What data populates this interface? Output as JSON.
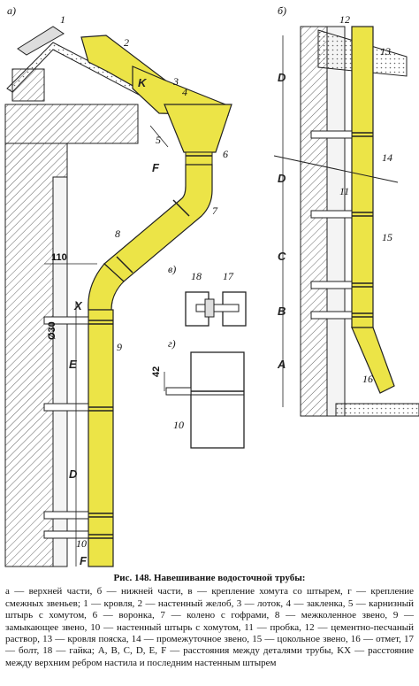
{
  "figure": {
    "panel_labels": {
      "a": "а)",
      "b": "б)",
      "v": "в)",
      "g": "г)"
    },
    "part_numbers": [
      "1",
      "2",
      "3",
      "4",
      "5",
      "6",
      "7",
      "8",
      "9",
      "10",
      "11",
      "12",
      "13",
      "14",
      "15",
      "16",
      "17",
      "18"
    ],
    "letter_markers": {
      "K": "K",
      "X": "X",
      "F": "F",
      "E": "E",
      "D": "D",
      "C": "C",
      "B": "B",
      "A": "A"
    },
    "dimensions": {
      "d110": "110",
      "phi30": "Ø30",
      "d42": "42"
    }
  },
  "caption": {
    "title": "Рис. 148. Навешивание водосточной трубы:",
    "text": "а — верхней части, б — нижней части, в — крепление хомута со штырем, г — крепление смежных звеньев; 1 — кровля, 2 — настенный желоб, 3 — лоток, 4 — закленка, 5 — карнизный штырь с хомутом, 6 — воронка, 7 — колено с гофрами, 8 — межколенное звено, 9 — замыкающее звено, 10 — настенный штырь с хомутом, 11 — пробка, 12 — цементно-песчаный раствор, 13 — кровля пояска, 14 — промежуточное звено, 15 — цокольное звено, 16 — отмет, 17 — болт, 18 — гайка; A, B, C, D, E, F — расстояния между деталями трубы, KX — расстояние между верхним ребром настила и последним настенным штырем"
  },
  "colors": {
    "pipe": "#ece447",
    "pipe_dark": "#c9bd2a",
    "line": "#1a1a1a",
    "hatch": "#555555"
  }
}
